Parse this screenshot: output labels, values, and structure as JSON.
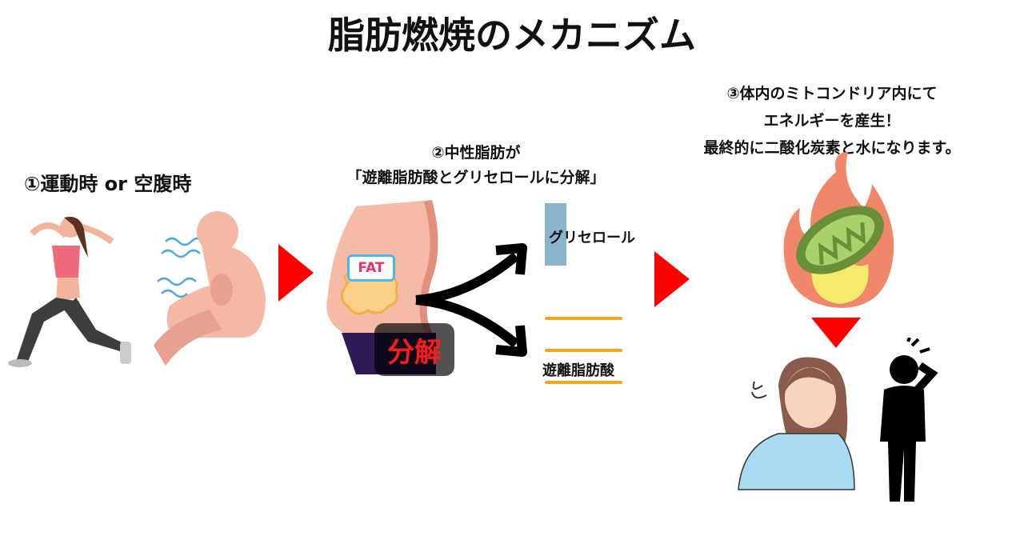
{
  "title": "脂肪燃焼のメカニズム",
  "step1": {
    "label": "①運動時 or 空腹時"
  },
  "step2": {
    "line1": "②中性脂肪が",
    "line2": "「遊離脂肪酸とグリセロールに分解」",
    "badge": "分解",
    "fat_label": "FAT",
    "glycerol": "グリセロール",
    "fatty_acid": "遊離脂肪酸"
  },
  "step3": {
    "line1": "③体内のミトコンドリア内にて",
    "line2": "エネルギーを産生！",
    "line3": "最終的に二酸化炭素と水になります。"
  },
  "colors": {
    "arrow_red": "#ff0000",
    "glycerol_blue": "#8ab4cc",
    "fatty_orange": "#f5a623"
  }
}
